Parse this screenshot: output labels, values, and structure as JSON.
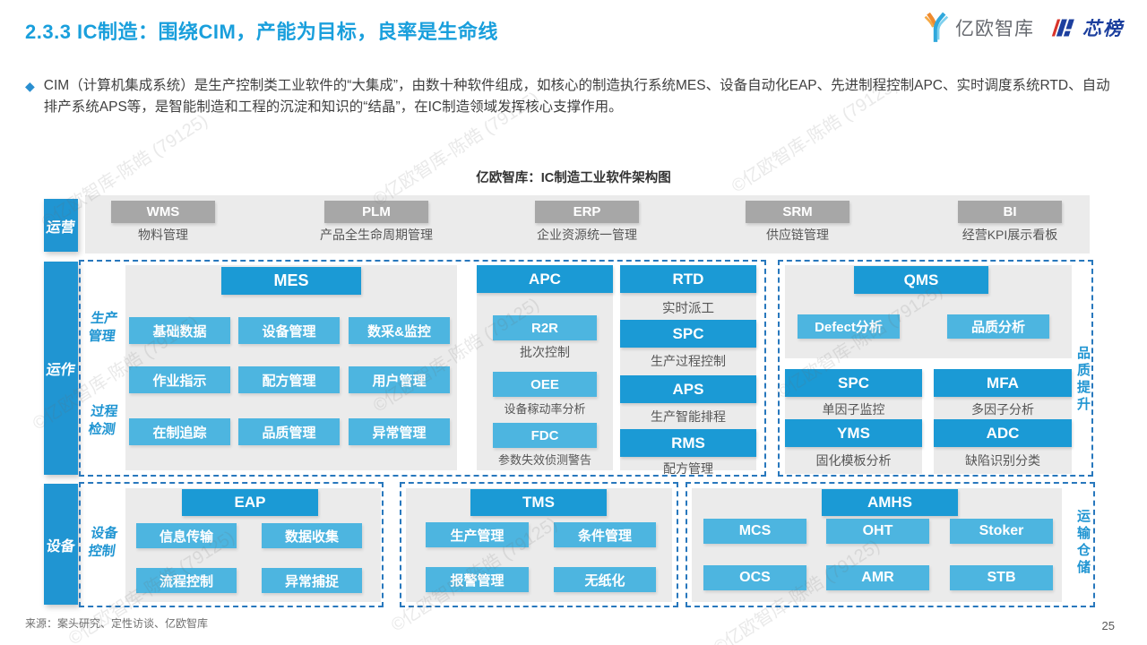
{
  "page": {
    "title": "2.3.3 IC制造：围绕CIM，产能为目标，良率是生命线",
    "page_number": "25",
    "source": "来源：案头研究、定性访谈、亿欧智库",
    "watermark": "©亿欧智库-陈皓 (79125)"
  },
  "logo": {
    "yiou": "亿欧智库",
    "xinbang": "芯榜"
  },
  "intro": {
    "bullet": "◆",
    "text": "CIM（计算机集成系统）是生产控制类工业软件的“大集成”，由数十种软件组成，如核心的制造执行系统MES、设备自动化EAP、先进制程控制APC、实时调度系统RTD、自动排产系统APS等，是智能制造和工程的沉淀和知识的“结晶”，在IC制造领域发挥核心支撑作用。"
  },
  "diagram": {
    "title": "亿欧智库：IC制造工业软件架构图",
    "tabs": {
      "ops": "运营",
      "operate": "运作",
      "equip": "设备"
    },
    "ops": {
      "items": [
        {
          "code": "WMS",
          "desc": "物料管理"
        },
        {
          "code": "PLM",
          "desc": "产品全生命周期管理"
        },
        {
          "code": "ERP",
          "desc": "企业资源统一管理"
        },
        {
          "code": "SRM",
          "desc": "供应链管理"
        },
        {
          "code": "BI",
          "desc": "经营KPI展示看板"
        }
      ]
    },
    "operate": {
      "side_labels": [
        {
          "line1": "生产",
          "line2": "管理"
        },
        {
          "line1": "过程",
          "line2": "检测"
        }
      ],
      "mes": {
        "title": "MES",
        "items": [
          "基础数据",
          "设备管理",
          "数采&监控",
          "作业指示",
          "配方管理",
          "用户管理",
          "在制追踪",
          "品质管理",
          "异常管理"
        ]
      },
      "apc": {
        "title": "APC",
        "items": [
          {
            "code": "R2R",
            "desc": "批次控制"
          },
          {
            "code": "OEE",
            "desc": "设备稼动率分析"
          },
          {
            "code": "FDC",
            "desc": "参数失效侦测警告"
          }
        ]
      },
      "rtd": {
        "title": "RTD",
        "desc": "实时派工",
        "items": [
          {
            "code": "SPC",
            "desc": "生产过程控制"
          },
          {
            "code": "APS",
            "desc": "生产智能排程"
          },
          {
            "code": "RMS",
            "desc": "配方管理"
          }
        ]
      },
      "qms": {
        "title": "QMS",
        "top_items": [
          "Defect分析",
          "品质分析"
        ],
        "left_items": [
          {
            "code": "SPC",
            "desc": "单因子监控"
          },
          {
            "code": "YMS",
            "desc": "固化模板分析"
          }
        ],
        "right_items": [
          {
            "code": "MFA",
            "desc": "多因子分析"
          },
          {
            "code": "ADC",
            "desc": "缺陷识别分类"
          }
        ],
        "side_label": "品质提升"
      }
    },
    "equip": {
      "side_label": {
        "line1": "设备",
        "line2": "控制"
      },
      "eap": {
        "title": "EAP",
        "items": [
          "信息传输",
          "数据收集",
          "流程控制",
          "异常捕捉"
        ]
      },
      "tms": {
        "title": "TMS",
        "items": [
          "生产管理",
          "条件管理",
          "报警管理",
          "无纸化"
        ]
      },
      "amhs": {
        "title": "AMHS",
        "items": [
          "MCS",
          "OHT",
          "Stoker",
          "OCS",
          "AMR",
          "STB"
        ],
        "side_label": "运输仓储"
      }
    }
  },
  "colors": {
    "accent_blue": "#199fdc",
    "tab_blue": "#2095d2",
    "header_blue": "#1b9ad5",
    "light_blue": "#4db5e0",
    "gray_box": "#a7a7a7",
    "panel_gray": "#ebebeb",
    "dashed_border": "#2878bd"
  }
}
